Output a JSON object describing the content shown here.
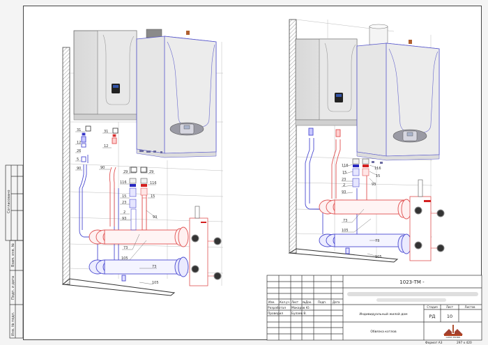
{
  "drawing": {
    "colors": {
      "supply": "#e05050",
      "return": "#4a4ad0",
      "boiler_body": "#e2e2e2",
      "outline": "#555555",
      "accent_red": "#d42020"
    },
    "left_view": {
      "labels": {
        "l31a": "31",
        "l31b": "31",
        "l12a": "12",
        "l12b": "12",
        "l26": "26",
        "l5": "5",
        "l90a": "90",
        "l90b": "90",
        "l29a": "29",
        "l29b": "29",
        "l116a": "116",
        "l116b": "116",
        "l15a": "15",
        "l15b": "15",
        "l23": "23",
        "l2": "2",
        "l93a": "93",
        "l93b": "93",
        "l73a": "73",
        "l73b": "73",
        "l105a": "105",
        "l105b": "105"
      }
    },
    "right_view": {
      "labels": {
        "l116a": "116",
        "l116b": "116",
        "l15a": "15",
        "l15b": "15",
        "l23": "23",
        "l2": "2",
        "l93a": "93",
        "l93b": "93",
        "l73a": "73",
        "l73b": "73",
        "l105a": "105",
        "l105b": "105"
      }
    }
  },
  "side_stamp": {
    "agreed": "Согласовано",
    "inv_replace": "Взам. инв. №",
    "sign_date": "Подп. и дата",
    "inv_orig": "Инв. № подл."
  },
  "title_block": {
    "doc_code": "1023-ТМ -",
    "headers": {
      "change": "Изм.",
      "count": "Кол.уч",
      "sheet": "Лист",
      "doc_no": "№Док.",
      "sign": "Подп.",
      "date": "Дата"
    },
    "rows": [
      {
        "role": "Разработал",
        "name": "Макаров Ю."
      },
      {
        "role": "Проверил",
        "name": "Булаев В."
      }
    ],
    "project": "Индивидуальный жилой дом",
    "sheet_title": "Обвязка котлов",
    "stage_label": "Стадия",
    "sheet_label": "Лист",
    "sheets_label": "Листов",
    "stage": "РД",
    "sheet_no": "10",
    "company": "САНКТ-ТЕХНИК",
    "format_label": "Формат А3",
    "format_size": "297 x 420"
  }
}
